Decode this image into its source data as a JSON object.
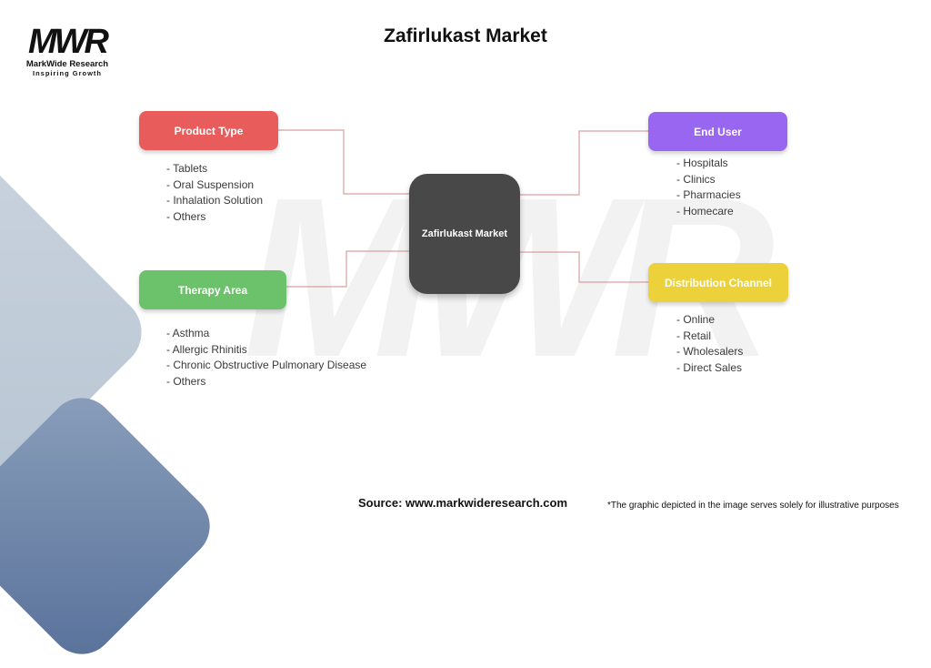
{
  "header": {
    "title": "Zafirlukast Market",
    "logo": {
      "mark": "MWR",
      "name": "MarkWide Research",
      "tagline": "Inspiring Growth"
    }
  },
  "watermark": "MWR",
  "diagram": {
    "center": {
      "label": "Zafirlukast Market",
      "color": "#484848"
    },
    "branches": {
      "product_type": {
        "label": "Product Type",
        "color": "#e85c5c",
        "items": [
          "- Tablets",
          "- Oral Suspension",
          "- Inhalation Solution",
          "- Others"
        ]
      },
      "therapy_area": {
        "label": "Therapy Area",
        "color": "#6cc26a",
        "items": [
          "- Asthma",
          "- Allergic Rhinitis",
          "- Chronic Obstructive Pulmonary Disease",
          "- Others"
        ]
      },
      "end_user": {
        "label": "End User",
        "color": "#9966f2",
        "items": [
          "- Hospitals",
          "- Clinics",
          "- Pharmacies",
          "- Homecare"
        ]
      },
      "distribution_channel": {
        "label": "Distribution Channel",
        "color": "#ecd13a",
        "items": [
          "- Online",
          "- Retail",
          "- Wholesalers",
          "- Direct Sales"
        ]
      }
    },
    "connector_color": "#d9a0a0"
  },
  "footer": {
    "source": "Source: www.markwideresearch.com",
    "disclaimer": "*The graphic depicted in the image serves solely for illustrative purposes"
  }
}
